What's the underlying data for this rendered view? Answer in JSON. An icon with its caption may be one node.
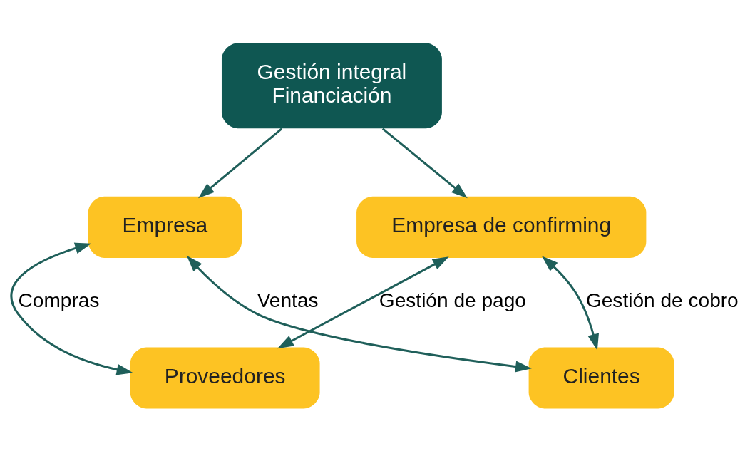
{
  "diagram": {
    "nodes": [
      {
        "text": [
          "Proveedores"
        ]
      },
      {
        "text": [
          "Clientes"
        ]
      },
      {
        "text": [
          "Empresa"
        ]
      },
      {
        "text": [
          "Gestión integral",
          "Financiación"
        ]
      },
      {
        "text": [
          "Empresa de confirming"
        ]
      }
    ],
    "edges": [
      {
        "from": 2,
        "to": 0,
        "arrow": "both",
        "label": "Compras"
      },
      {
        "from": 2,
        "to": 1,
        "arrow": "both",
        "label": "Ventas"
      },
      {
        "from": 3,
        "to": 2,
        "arrow": "to"
      },
      {
        "from": 3,
        "to": 4,
        "arrow": "to"
      },
      {
        "from": 4,
        "to": 0,
        "arrow": "both",
        "label": "Gestión de pago"
      },
      {
        "from": 4,
        "to": 1,
        "arrow": "both",
        "label": "Gestión de cobro"
      }
    ]
  }
}
